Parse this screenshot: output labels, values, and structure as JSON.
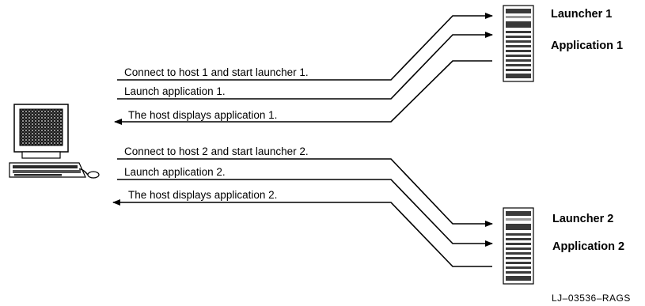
{
  "messages_host1": [
    {
      "text": "Connect to host 1 and start  launcher 1."
    },
    {
      "text": "Launch application 1."
    },
    {
      "text": "The host displays application 1."
    }
  ],
  "messages_host2": [
    {
      "text": "Connect to host 2 and start launcher 2."
    },
    {
      "text": "Launch application 2."
    },
    {
      "text": "The host displays application 2."
    }
  ],
  "host1": {
    "launcher_label": "Launcher 1",
    "application_label": "Application 1"
  },
  "host2": {
    "launcher_label": "Launcher 2",
    "application_label": "Application 2"
  },
  "figure_code": "LJ–03536–RAGS",
  "icons": {
    "client": "workstation-icon",
    "server": "server-tower-icon"
  }
}
